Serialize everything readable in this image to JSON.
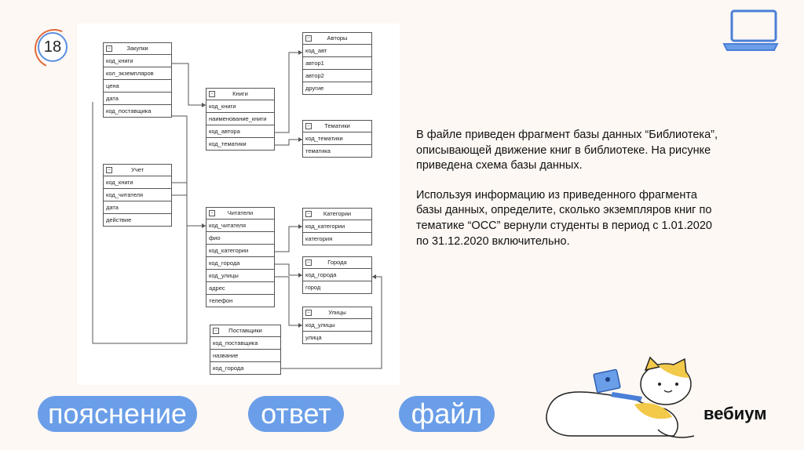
{
  "slide": {
    "number": "18"
  },
  "schema": {
    "tables": [
      {
        "name": "Закупки",
        "fields": [
          "код_книги",
          "кол_экземпляров",
          "цена",
          "дата",
          "код_поставщика"
        ]
      },
      {
        "name": "Книги",
        "fields": [
          "код_книги",
          "наименование_книги",
          "код_автора",
          "код_тематики"
        ]
      },
      {
        "name": "Авторы",
        "fields": [
          "код_авт",
          "автор1",
          "автор2",
          "другие"
        ]
      },
      {
        "name": "Тематики",
        "fields": [
          "код_тематики",
          "тематика"
        ]
      },
      {
        "name": "Учет",
        "fields": [
          "код_книги",
          "код_читателя",
          "дата",
          "действие"
        ]
      },
      {
        "name": "Читатели",
        "fields": [
          "код_читателя",
          "фио",
          "код_категории",
          "код_города",
          "код_улицы",
          "адрес",
          "телефон"
        ]
      },
      {
        "name": "Категории",
        "fields": [
          "код_категории",
          "категория"
        ]
      },
      {
        "name": "Города",
        "fields": [
          "код_города",
          "город"
        ]
      },
      {
        "name": "Улицы",
        "fields": [
          "код_улицы",
          "улица"
        ]
      },
      {
        "name": "Поставщики",
        "fields": [
          "код_поставщика",
          "название",
          "код_города"
        ]
      }
    ]
  },
  "text": {
    "para1": "В файле приведен фрагмент базы данных “Библиотека”, описывающей движение книг в библиотеке. На рисунке приведена схема базы данных.",
    "para2": "Используя информацию из приведенного фрагмента базы данных, определите, сколько экземпляров книг по тематике “ОСС” вернули студенты в период с 1.01.2020 по 31.12.2020 включительно."
  },
  "buttons": {
    "explain": "пояснение",
    "answer": "ответ",
    "file": "файл"
  },
  "brand": {
    "name": "вебиум"
  },
  "icons": [
    "laptop-icon",
    "cat-illustration"
  ],
  "colors": {
    "accent": "#6a9ee8",
    "badge_ring": "#5b8fe0",
    "badge_arc": "#e06a3a",
    "cat_yellow": "#f3c94a"
  }
}
